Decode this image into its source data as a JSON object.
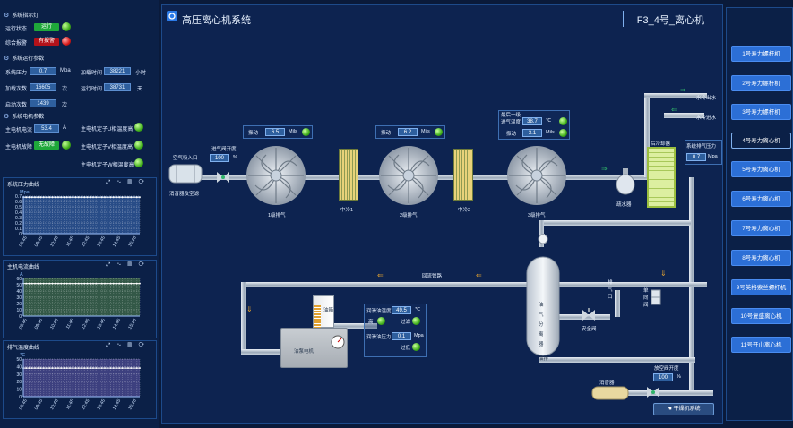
{
  "left": {
    "status": {
      "title": "系统指示灯",
      "run_label": "运行状态",
      "run_value": "运行",
      "alarm_label": "综合报警",
      "alarm_value": "有报警"
    },
    "params": {
      "title": "系统运行参数",
      "pressure_label": "系统压力",
      "pressure_value": "0.7",
      "pressure_unit": "Mpa",
      "load_time_label": "加载时间",
      "load_time_value": "38221",
      "load_time_unit": "小时",
      "load_count_label": "加载次数",
      "load_count_value": "16605",
      "load_count_unit": "次",
      "run_time_label": "运行时间",
      "run_time_value": "38731",
      "run_time_unit": "天",
      "start_count_label": "启动次数",
      "start_count_value": "1439",
      "start_count_unit": "次"
    },
    "motor": {
      "title": "系统电机参数",
      "current_label": "主电机电流",
      "current_value": "53.4",
      "current_unit": "A",
      "fault_label": "主电机故障",
      "fault_value": "无故障",
      "phase_u_label": "主电机定子U相温度高",
      "phase_v_label": "主电机定子V相温度高",
      "phase_w_label": "主电机定子W相温度高"
    }
  },
  "chart_data": [
    {
      "type": "line",
      "title": "系统压力曲线",
      "ylabel": "Mpa",
      "ylim": [
        0,
        0.7
      ],
      "yticks": [
        "0.7",
        "0.6",
        "0.5",
        "0.4",
        "0.3",
        "0.2",
        "0.1",
        "0"
      ],
      "categories": [
        "08:45",
        "09:45",
        "10:45",
        "11:45",
        "12:45",
        "13:45",
        "14:45",
        "15:45"
      ],
      "series": [
        {
          "values": [
            0.68,
            0.68,
            0.68,
            0.68,
            0.68,
            0.68,
            0.68,
            0.68
          ]
        }
      ],
      "color": "#5ea0ff"
    },
    {
      "type": "line",
      "title": "主机电流曲线",
      "ylabel": "A",
      "ylim": [
        0,
        60
      ],
      "yticks": [
        "60",
        "50",
        "40",
        "30",
        "20",
        "10",
        "0"
      ],
      "categories": [
        "08:45",
        "09:45",
        "10:45",
        "11:45",
        "12:45",
        "13:45",
        "14:45",
        "15:45"
      ],
      "series": [
        {
          "values": [
            52,
            52,
            52,
            52,
            52,
            52,
            52,
            52
          ]
        }
      ],
      "color": "#7fc247"
    },
    {
      "type": "line",
      "title": "排气温度曲线",
      "ylabel": "℃",
      "ylim": [
        0,
        50
      ],
      "yticks": [
        "50",
        "40",
        "30",
        "20",
        "10",
        "0"
      ],
      "categories": [
        "08:45",
        "09:45",
        "10:45",
        "11:45",
        "12:45",
        "13:45",
        "14:45",
        "15:45"
      ],
      "series": [
        {
          "values": [
            38,
            38,
            38,
            38,
            38,
            38,
            38,
            38
          ]
        }
      ],
      "color": "#9a7fe8"
    }
  ],
  "chart_tools": [
    "zoom-icon",
    "line-icon",
    "stack-icon",
    "refresh-icon"
  ],
  "main": {
    "title": "高压离心机系统",
    "machine": "F3_4号_离心机",
    "air_inlet": "空气吸入口",
    "filter": "消音器及空滤",
    "inlet_valve_label": "进气阀开度",
    "inlet_valve_value": "100",
    "inlet_valve_unit": "%",
    "stage1_vib_label": "振动",
    "stage1_vib_value": "6.5",
    "stage1_vib_unit": "Mils",
    "stage1_label": "1级排气",
    "cooler1": "中冷1",
    "stage2_vib_label": "振动",
    "stage2_vib_value": "6.2",
    "stage2_vib_unit": "Mils",
    "stage2_label": "2级排气",
    "cooler2": "中冷2",
    "stage3_title": "最后一级",
    "stage3_temp_label": "进气温度",
    "stage3_temp_value": "38.7",
    "stage3_temp_unit": "℃",
    "stage3_vib_label": "振动",
    "stage3_vib_value": "3.1",
    "stage3_vib_unit": "Mils",
    "stage3_label": "3级排气",
    "drain": "疏水器",
    "after_cooler": "后冷却器",
    "sys_pressure_label": "系统排气压力",
    "sys_pressure_value": "0.7",
    "sys_pressure_unit": "Mpa",
    "water_out": "水冷出水",
    "water_in": "水冷进水",
    "bypass": "回流管路",
    "exhaust_port": "排气口",
    "check_valve": "单向阀",
    "safety_valve": "安全阀",
    "oil_sep": "油气分离器",
    "oil_drain": "油排",
    "oil_tank": "油箱",
    "oil_pump": "油泵电机",
    "oil_temp_label": "润滑油温度",
    "oil_temp_value": "49.5",
    "oil_temp_unit": "℃",
    "oil_high_label": "高",
    "oil_filter1_label": "过滤",
    "oil_press_label": "润滑油压力",
    "oil_press_value": "0.1",
    "oil_press_unit": "Mpa",
    "oil_filter2_label": "过低",
    "muffler": "消音器",
    "vent_valve_label": "放空阀开度",
    "vent_valve_value": "100",
    "vent_valve_unit": "%",
    "dryer_button": "干燥机系统"
  },
  "right": {
    "items": [
      "1号寿力螺杆机",
      "2号寿力螺杆机",
      "3号寿力螺杆机",
      "4号寿力离心机",
      "5号寿力离心机",
      "6号寿力离心机",
      "7号寿力离心机",
      "8号寿力离心机",
      "9号英格索兰螺杆机",
      "10号复盛离心机",
      "11号开山离心机"
    ]
  }
}
